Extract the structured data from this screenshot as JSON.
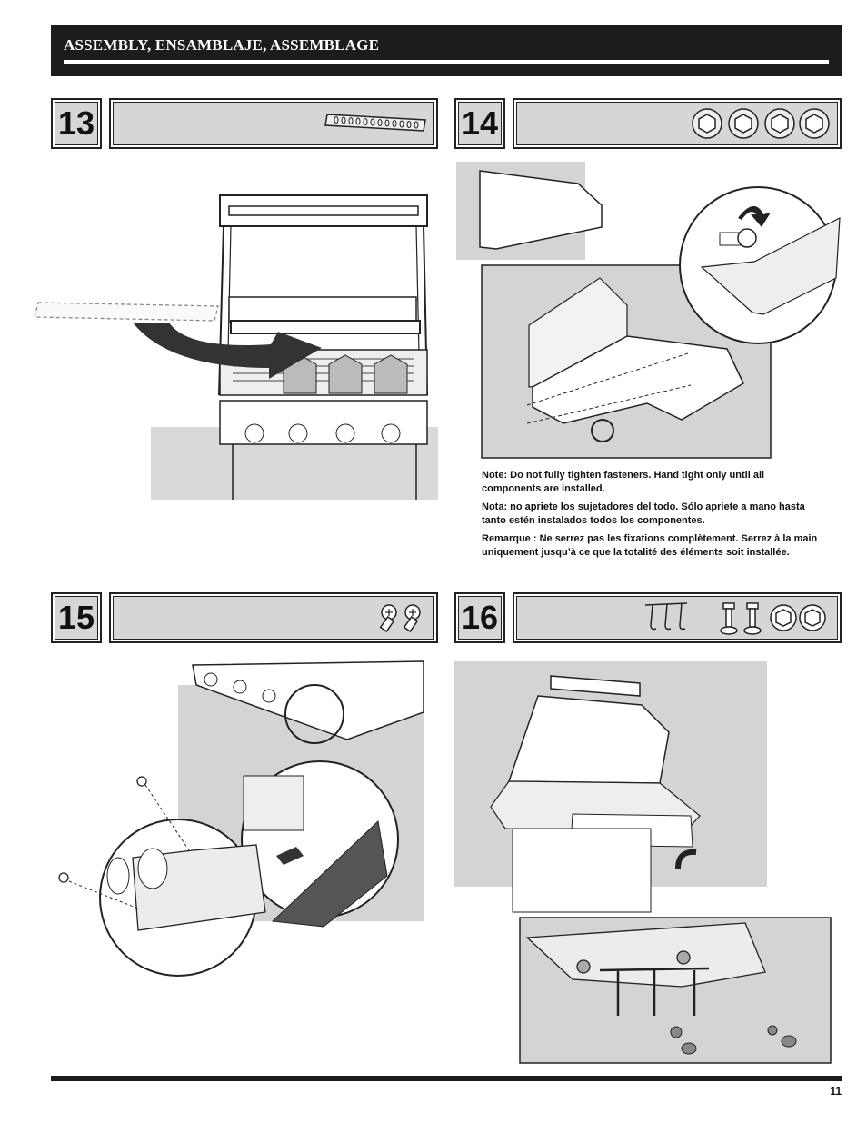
{
  "header": {
    "title": "ASSEMBLY, ENSAMBLAJE, ASSEMBLAGE"
  },
  "steps": [
    {
      "number": "13",
      "parts": "grease-tray-heat-deflector"
    },
    {
      "number": "14",
      "parts": "four-flange-nuts"
    },
    {
      "number": "15",
      "parts": "two-phillips-screws"
    },
    {
      "number": "16",
      "parts": "tool-hooks-two-screws-two-washers-two-nuts"
    }
  ],
  "notes": [
    "Note: Do not fully tighten fasteners. Hand tight only until all components are installed.",
    "Nota: no apriete los sujetadores del todo. Sólo apriete a mano hasta tanto estén instalados todos los componentes.",
    "Remarque : Ne serrez pas les fixations complètement. Serrez à la main uniquement jusqu’à ce que la totalité des éléments soit installée."
  ],
  "page_number": "11",
  "colors": {
    "header_bg": "#1c1c1c",
    "step_box": "#d6d6d6",
    "panel_gray": "#d4d4d4"
  }
}
